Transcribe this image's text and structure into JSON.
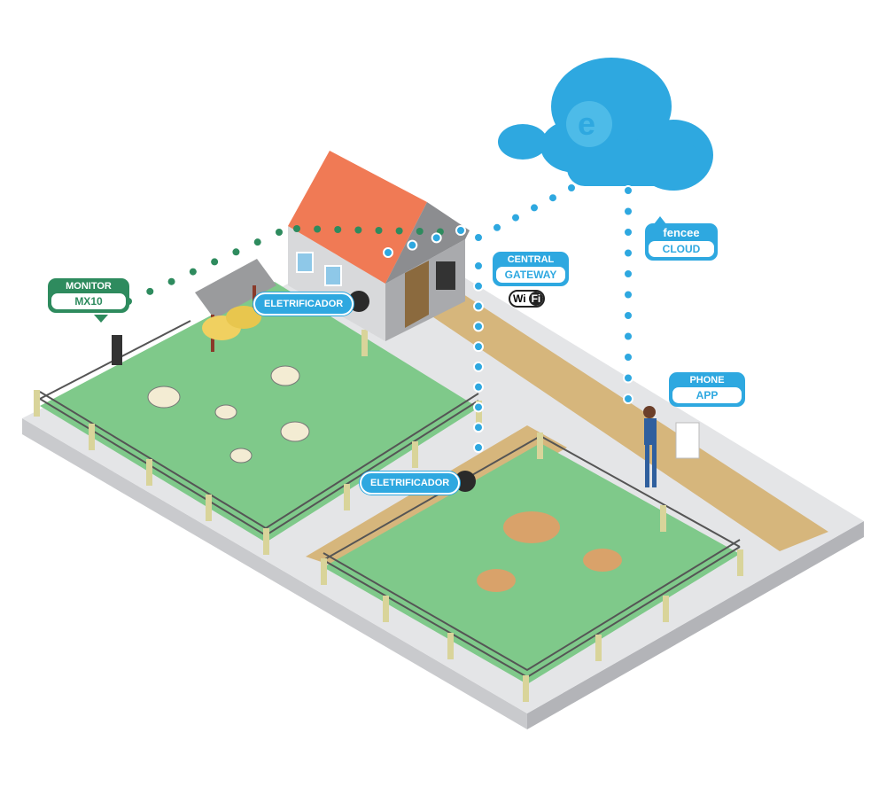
{
  "labels": {
    "monitor": {
      "title": "MONITOR",
      "value": "MX10"
    },
    "eletrificador_1": "ELETRIFICADOR",
    "eletrificador_2": "ELETRIFICADOR",
    "gateway": {
      "title": "CENTRAL",
      "value": "GATEWAY"
    },
    "wifi": {
      "left": "Wi",
      "right": "Fi"
    },
    "cloud": {
      "title": "fencee",
      "value": "CLOUD"
    },
    "phone": {
      "title": "PHONE",
      "value": "APP"
    }
  },
  "colors": {
    "blue": "#2ea8e0",
    "green": "#2e8b5e",
    "field": "#7fc98a",
    "ground": "#e4e5e7",
    "path": "#d6b67c",
    "roof": "#f07a55"
  }
}
